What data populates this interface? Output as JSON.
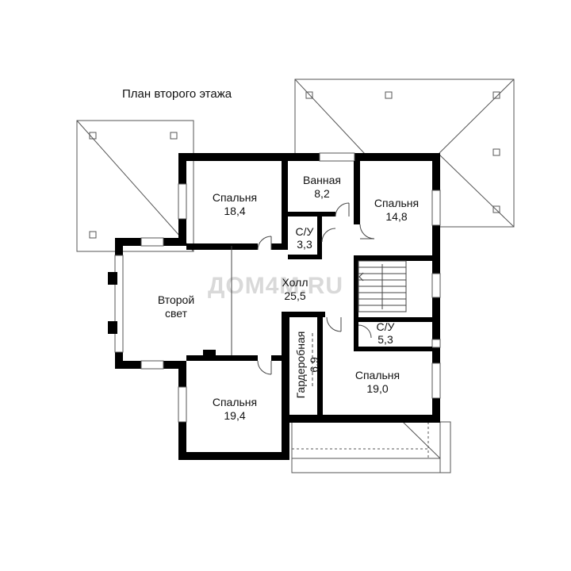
{
  "title": "План второго этажа",
  "watermark": "ДОМ4М.RU",
  "rooms": {
    "bedroom_top_left": {
      "name": "Спальня",
      "area": "18,4"
    },
    "bathroom": {
      "name": "Ванная",
      "area": "8,2"
    },
    "bedroom_top_right": {
      "name": "Спальня",
      "area": "14,8"
    },
    "wc_small": {
      "name": "С/У",
      "area": "3,3"
    },
    "hall": {
      "name": "Холл",
      "area": "25,5"
    },
    "second_light": {
      "name": "Второй",
      "name2": "свет"
    },
    "wc_right": {
      "name": "С/У",
      "area": "5,3"
    },
    "wardrobe": {
      "name": "Гардеробная",
      "area": "6,9"
    },
    "bedroom_bottom_right": {
      "name": "Спальня",
      "area": "19,0"
    },
    "bedroom_bottom_left": {
      "name": "Спальня",
      "area": "19,4"
    }
  }
}
